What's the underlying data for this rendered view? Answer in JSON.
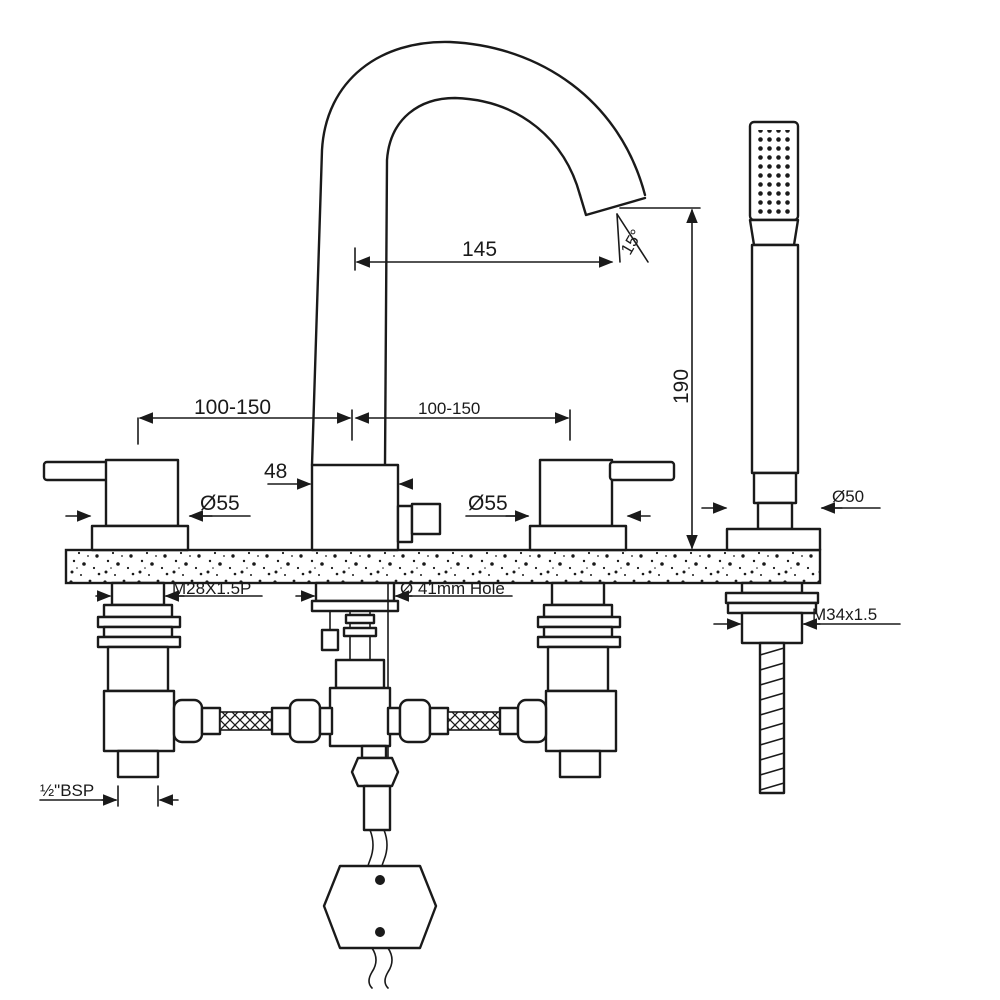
{
  "dimensions": {
    "spout_reach": "145",
    "spout_angle": "15°",
    "spout_height": "190",
    "spacing_left": "100-150",
    "spacing_right": "100-150",
    "body_width": "48",
    "handle_left_diameter": "Ø55",
    "handle_right_diameter": "Ø55",
    "shower_base_diameter": "Ø50"
  },
  "fittings": {
    "handle_thread": "M28X1.5P",
    "spout_hole": "Ø 41mm Hole",
    "shower_thread": "M34x1.5",
    "inlet_size": "½\"BSP"
  },
  "colors": {
    "line": "#1a1a1a",
    "background": "#ffffff"
  }
}
